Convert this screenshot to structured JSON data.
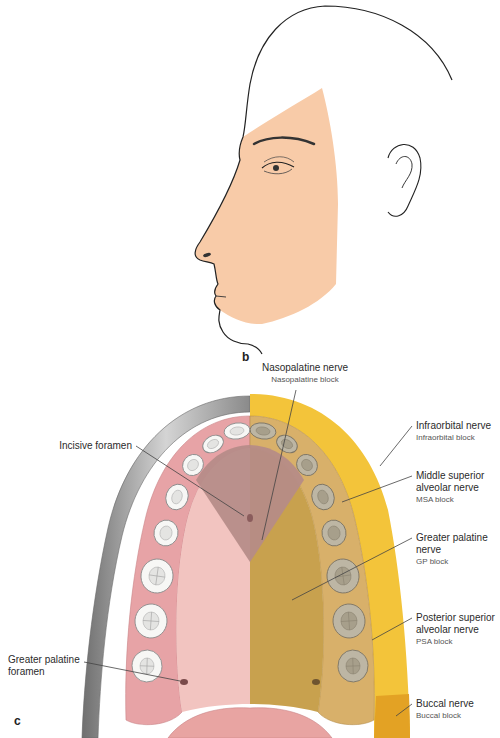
{
  "diagram": {
    "labels": [
      "b",
      "Nasopalatine nerve",
      "Nasopalatine block",
      "Incisive foramen",
      "Infraorbital nerve",
      "Infraorbital block",
      "Middle superior alveolar nerve",
      "MSA block",
      "Greater palatine nerve",
      "GP block",
      "Posterior superior alveolar nerve",
      "PSA block",
      "Greater palatine foramen",
      "Buccal nerve",
      "Buccal block",
      "c"
    ]
  }
}
